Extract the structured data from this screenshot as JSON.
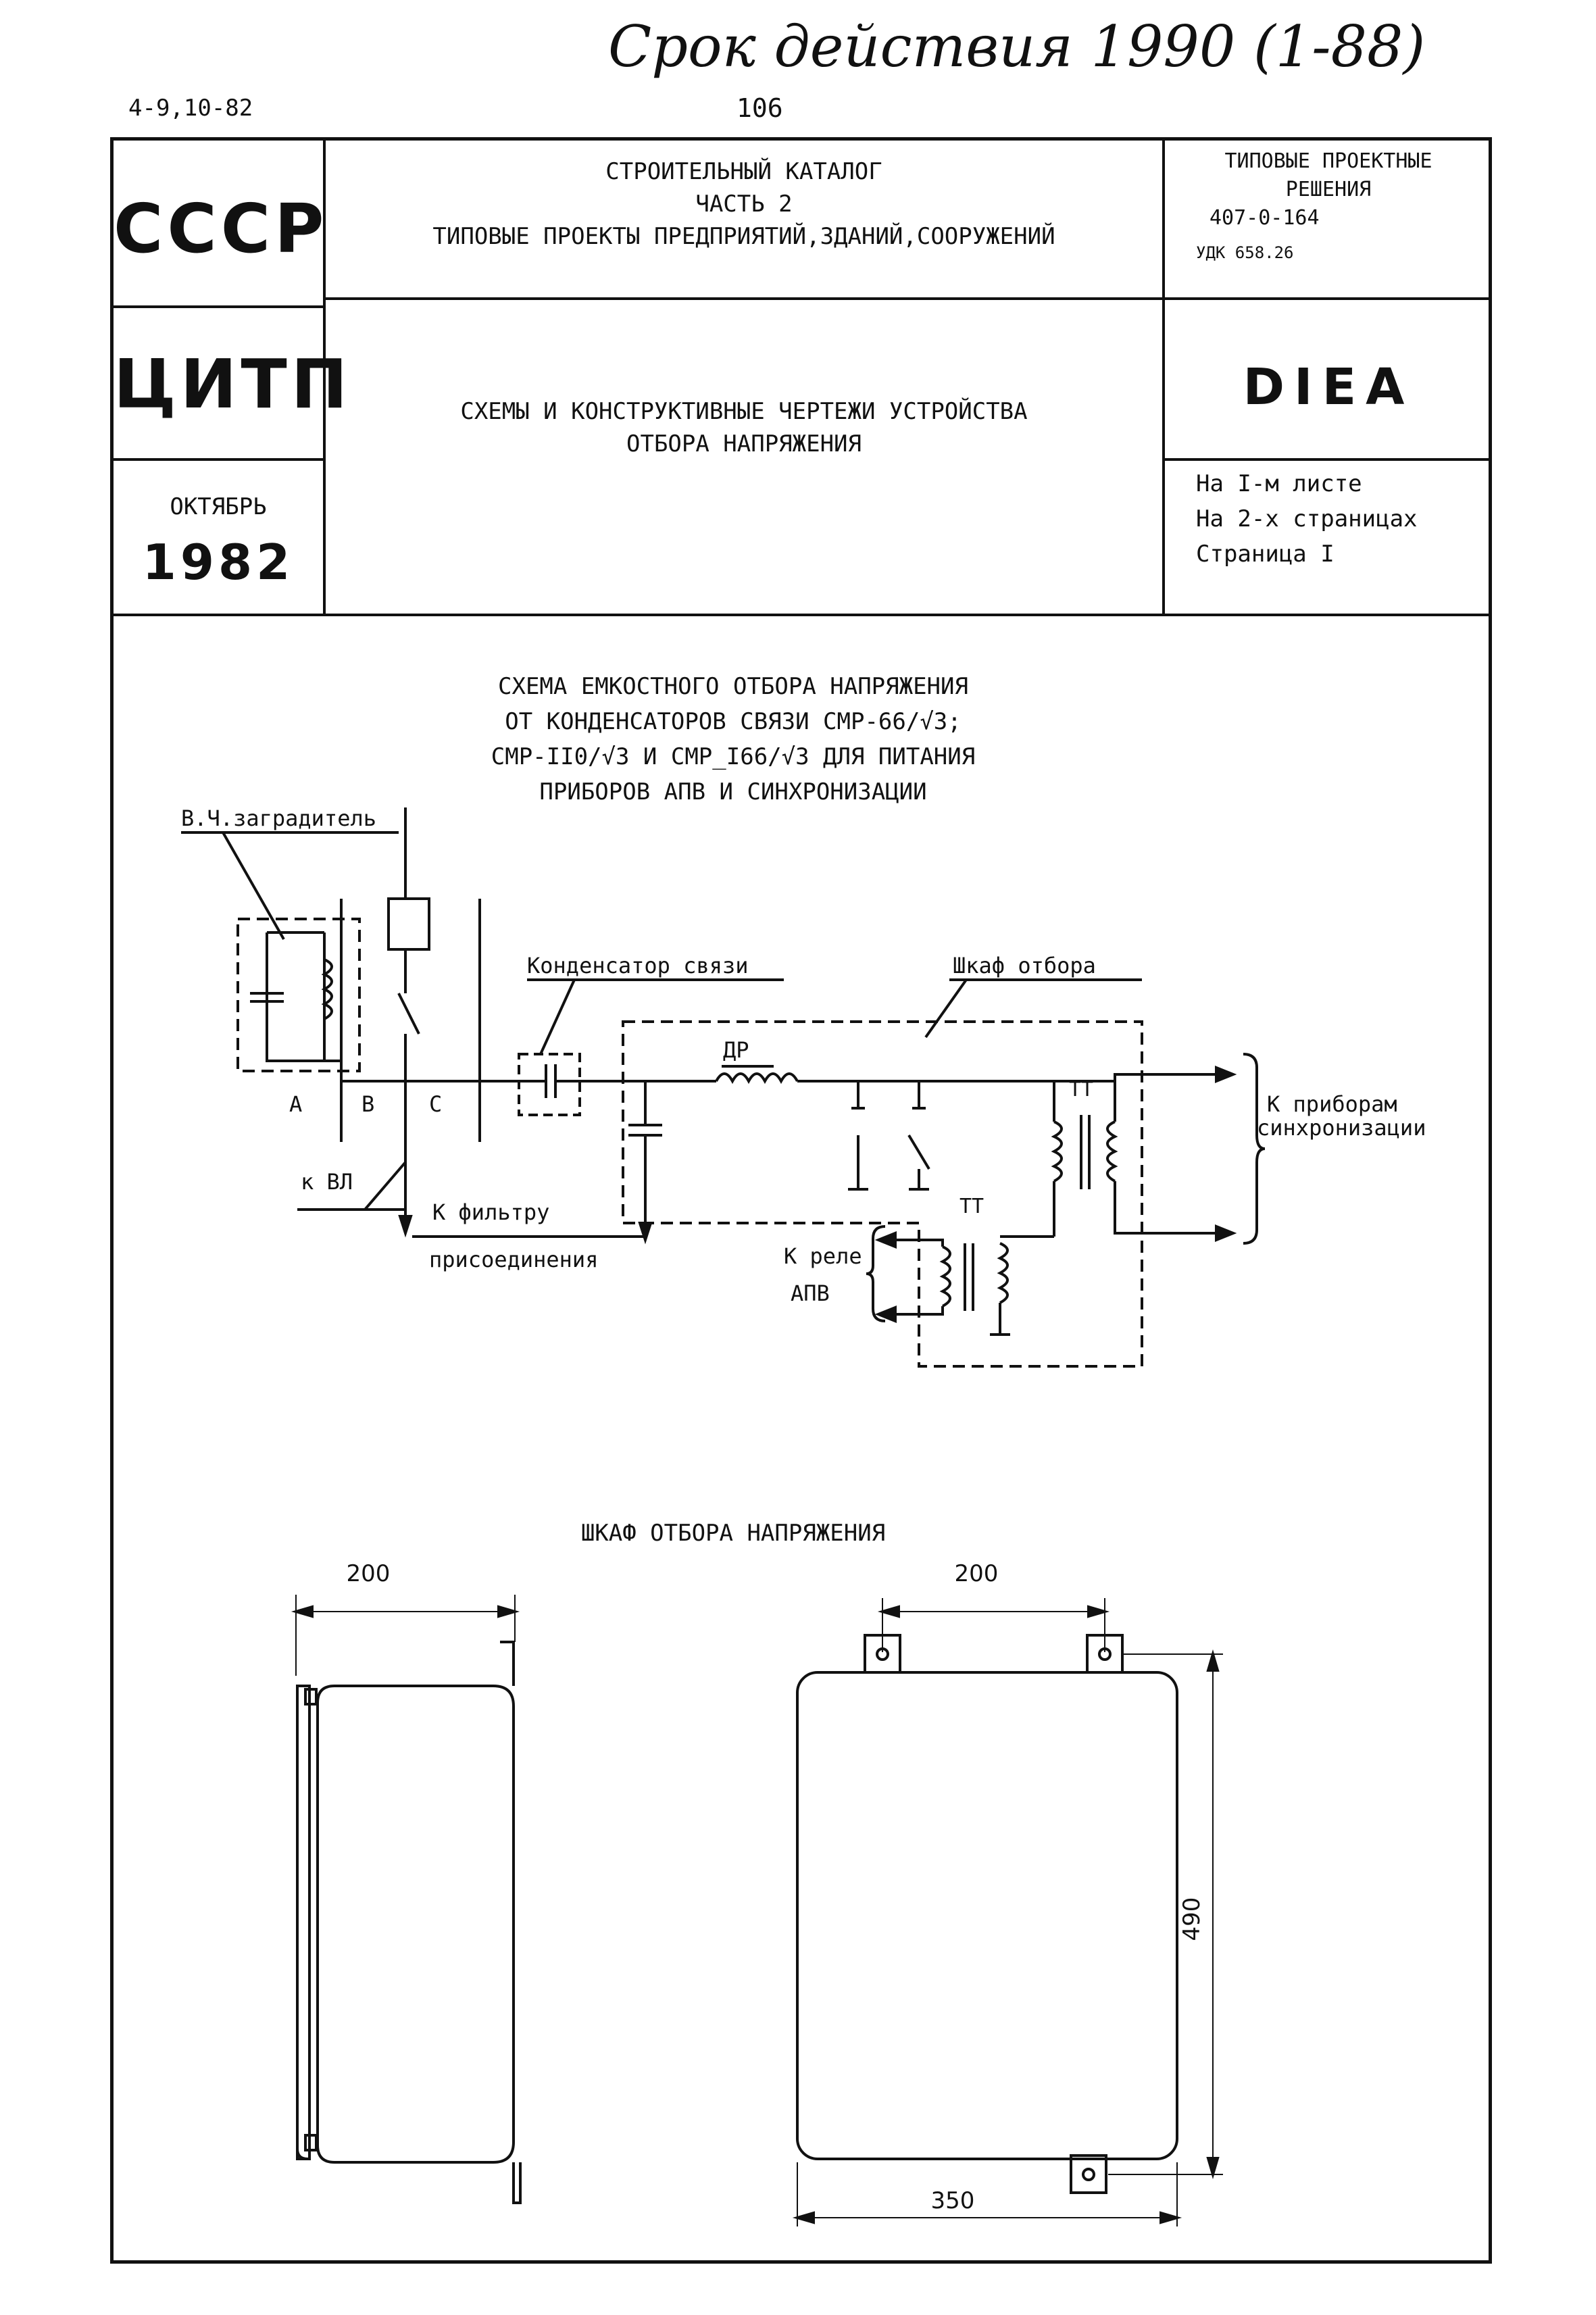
{
  "handwritten_note": "Срок действия 1990 (1-88)",
  "doc_code": "4-9,10-82",
  "page_number": "106",
  "left_col": {
    "country": "СССР",
    "org": "ЦИТП",
    "month": "ОКТЯБРЬ",
    "year": "1982"
  },
  "catalog": {
    "line1": "СТРОИТЕЛЬНЫЙ КАТАЛОГ",
    "line2": "ЧАСТЬ 2",
    "line3": "ТИПОВЫЕ ПРОЕКТЫ ПРЕДПРИЯТИЙ,ЗДАНИЙ,СООРУЖЕНИЙ"
  },
  "right_head": {
    "line1": "ТИПОВЫЕ ПРОЕКТНЫЕ",
    "line2": "РЕШЕНИЯ",
    "code": "407-0-164",
    "udk": "УДК 658.26"
  },
  "title": {
    "line1": "СХЕМЫ И КОНСТРУКТИВНЫЕ ЧЕРТЕЖИ УСТРОЙСТВА",
    "line2": "ОТБОРА НАПРЯЖЕНИЯ"
  },
  "code_box": "DIEA",
  "sheet_info": {
    "line1": "На I-м листе",
    "line2": "На 2-х страницах",
    "line3": "Страница I"
  },
  "scheme": {
    "title_l1": "СХЕМА ЕМКОСТНОГО ОТБОРА НАПРЯЖЕНИЯ",
    "title_l2": "ОТ КОНДЕНСАТОРОВ СВЯЗИ СМР-66/√3;",
    "title_l3": "СМР-II0/√3 И СМР_I66/√3 ДЛЯ ПИТАНИЯ",
    "title_l4": "ПРИБОРОВ АПВ И СИНХРОНИЗАЦИИ",
    "label_blocker": "В.Ч.заградитель",
    "label_capacitor": "Конденсатор связи",
    "label_cabinet": "Шкаф отбора",
    "label_choke": "ДР",
    "label_tt1": "ТТ",
    "label_tt2": "ТТ",
    "phase_a": "А",
    "phase_b": "В",
    "phase_c": "С",
    "label_vl": "к ВЛ",
    "label_filter_l1": "К фильтру",
    "label_filter_l2": "присоединения",
    "label_relay_l1": "К реле",
    "label_relay_l2": "АПВ",
    "label_sync_l1": "К приборам",
    "label_sync_l2": "синхронизации"
  },
  "cabinet": {
    "title": "ШКАФ ОТБОРА НАПРЯЖЕНИЯ",
    "dim_side_width": "200",
    "dim_front_top": "200",
    "dim_height": "490",
    "dim_width": "350"
  }
}
